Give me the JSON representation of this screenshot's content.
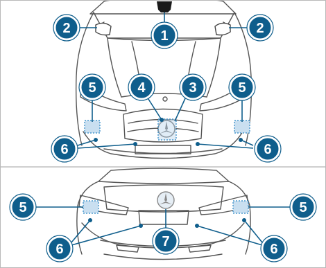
{
  "colors": {
    "badge_fill": "#0f5e8c",
    "badge_ring": "#ffffff",
    "badge_outline": "#0f5e8c",
    "leader": "#0f5e8c",
    "sensor_fill": "#c9dff0",
    "sensor_outline": "#2a86c5",
    "car_line": "#555555",
    "divider": "#cfcfcf",
    "border": "#b8b8b8"
  },
  "front_view": {
    "callouts": [
      {
        "number": "1",
        "name": "callout-1-front"
      },
      {
        "number": "2",
        "name": "callout-2-left"
      },
      {
        "number": "2",
        "name": "callout-2-right"
      },
      {
        "number": "3",
        "name": "callout-3"
      },
      {
        "number": "4",
        "name": "callout-4"
      },
      {
        "number": "5",
        "name": "callout-5-front-left"
      },
      {
        "number": "5",
        "name": "callout-5-front-right"
      },
      {
        "number": "6",
        "name": "callout-6-front-left"
      },
      {
        "number": "6",
        "name": "callout-6-front-right"
      }
    ]
  },
  "rear_view": {
    "callouts": [
      {
        "number": "5",
        "name": "callout-5-rear-left"
      },
      {
        "number": "5",
        "name": "callout-5-rear-right"
      },
      {
        "number": "6",
        "name": "callout-6-rear-left"
      },
      {
        "number": "6",
        "name": "callout-6-rear-right"
      },
      {
        "number": "7",
        "name": "callout-7"
      }
    ]
  }
}
